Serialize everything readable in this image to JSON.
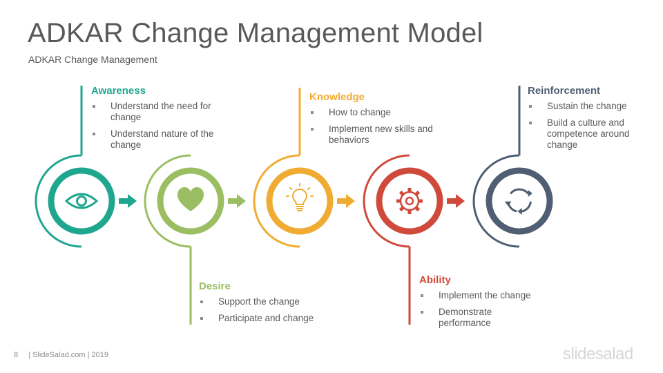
{
  "title": "ADKAR Change Management Model",
  "subtitle": "ADKAR Change Management",
  "stages": [
    {
      "key": "awareness",
      "title": "Awareness",
      "color": "#1fa68f",
      "icon": "eye-icon",
      "bullets": [
        "Understand the need for change",
        "Understand nature of the change"
      ]
    },
    {
      "key": "desire",
      "title": "Desire",
      "color": "#9bbe62",
      "icon": "heart-icon",
      "bullets": [
        "Support the change",
        "Participate and change"
      ]
    },
    {
      "key": "knowledge",
      "title": "Knowledge",
      "color": "#f0ac32",
      "icon": "lightbulb-icon",
      "bullets": [
        "How to change",
        "Implement new skills and behaviors"
      ]
    },
    {
      "key": "ability",
      "title": "Ability",
      "color": "#cf4a3a",
      "icon": "gear-icon",
      "bullets": [
        "Implement the change",
        "Demonstrate performance"
      ]
    },
    {
      "key": "reinforcement",
      "title": "Reinforcement",
      "color": "#4f5e72",
      "icon": "refresh-cycle-icon",
      "bullets": [
        "Sustain the change",
        "Build a culture and competence around change"
      ]
    }
  ],
  "footer": {
    "page": "8",
    "text": "| SlideSalad.com | 2019"
  },
  "brand": "slidesalad"
}
